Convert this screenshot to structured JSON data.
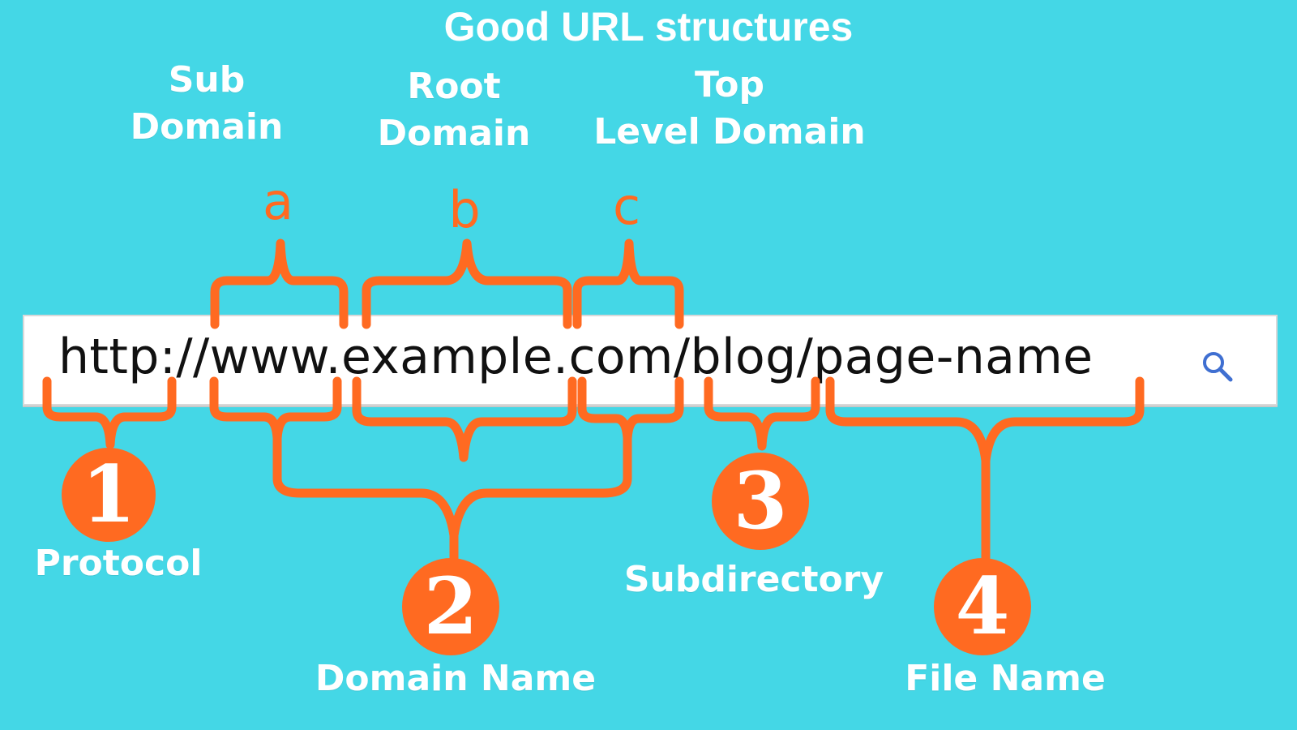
{
  "title": "Good URL structures",
  "labels": {
    "sub_domain": [
      "Sub",
      "Domain"
    ],
    "root_domain": [
      "Root",
      "Domain"
    ],
    "top_level_domain": [
      "Top",
      "Level Domain"
    ],
    "protocol": "Protocol",
    "domain_name": "Domain Name",
    "subdirectory": "Subdirectory",
    "file_name": "File Name"
  },
  "letters": {
    "a": "a",
    "b": "b",
    "c": "c"
  },
  "url": "http://www.example.com/blog/page-name",
  "numbers": {
    "one": "1",
    "two": "2",
    "three": "3",
    "four": "4"
  },
  "icons": {
    "search": "search-icon"
  },
  "colors": {
    "background": "#44d7e6",
    "accent": "#ff6a21",
    "text": "#ffffff"
  }
}
